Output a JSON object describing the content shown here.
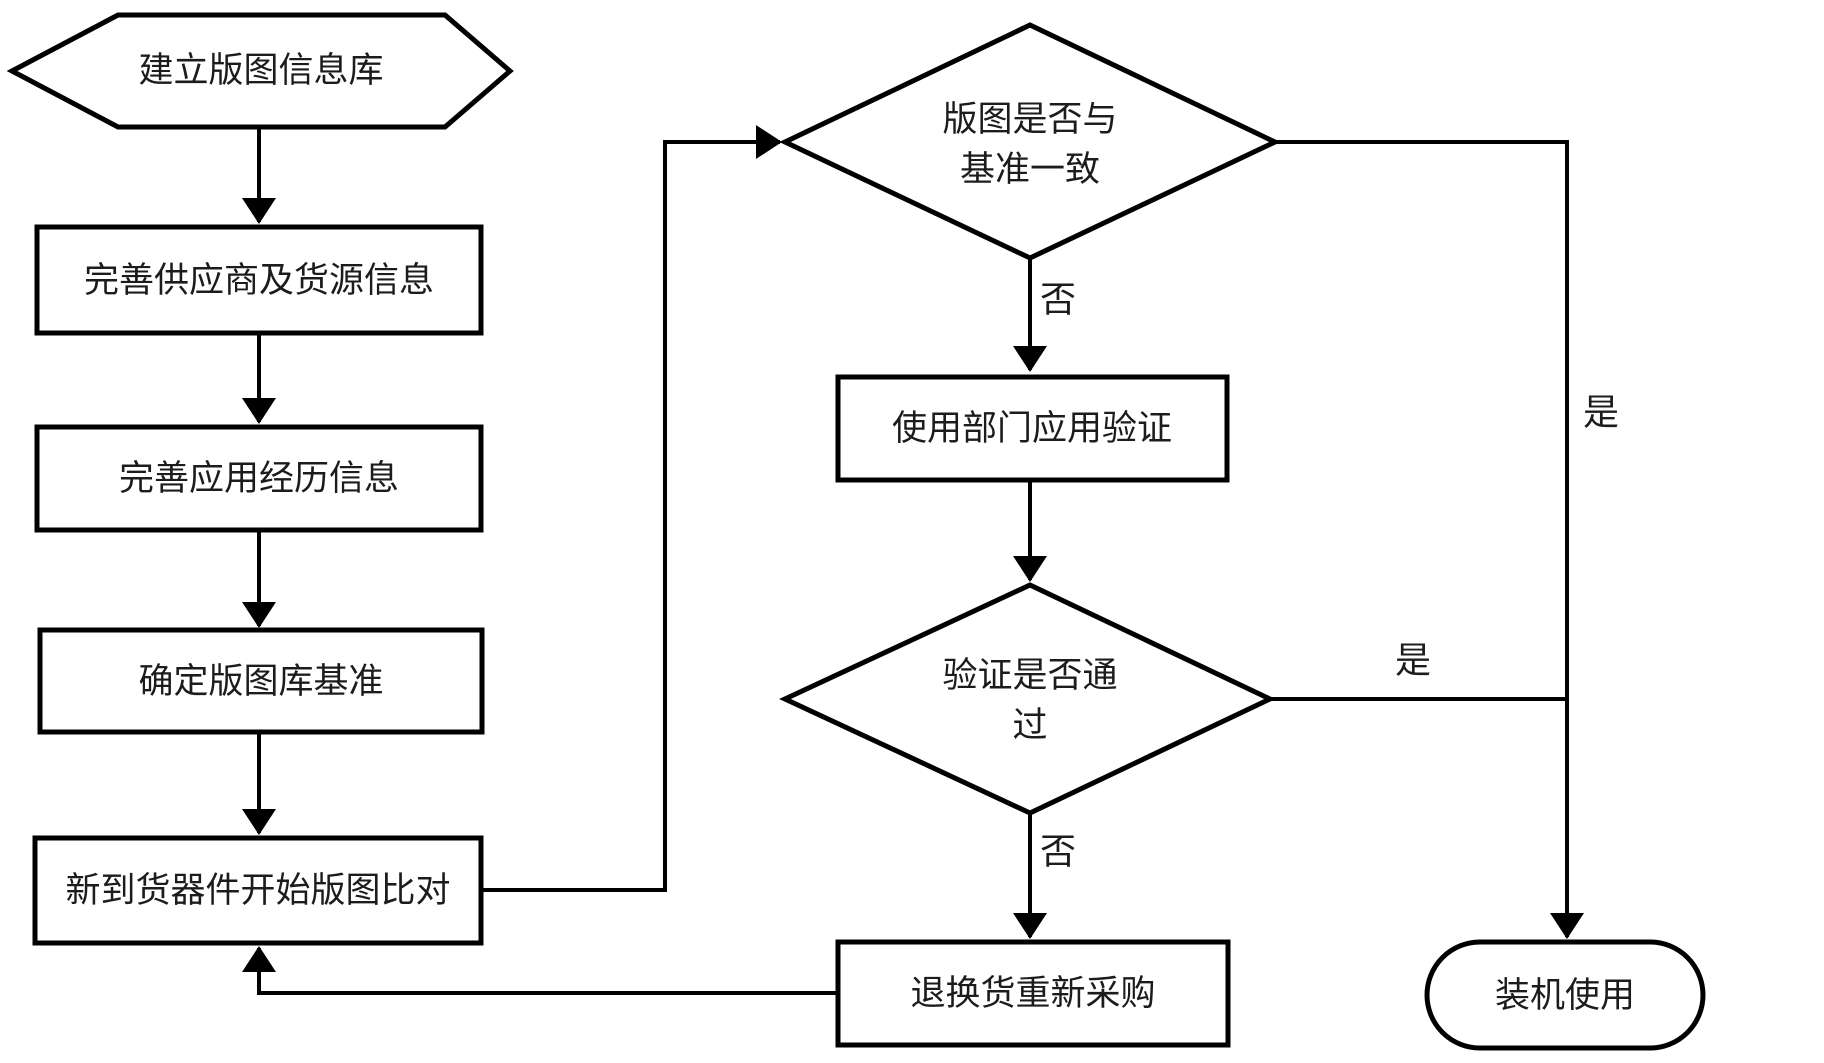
{
  "diagram": {
    "type": "flowchart",
    "colors": {
      "background": "#ffffff",
      "stroke": "#000000",
      "text": "#1c1c1c"
    },
    "nodes": {
      "start": {
        "shape": "hexagon",
        "label": "建立版图信息库"
      },
      "supplier": {
        "shape": "process",
        "label": "完善供应商及货源信息"
      },
      "history": {
        "shape": "process",
        "label": "完善应用经历信息"
      },
      "baseline": {
        "shape": "process",
        "label": "确定版图库基准"
      },
      "compare": {
        "shape": "process",
        "label": "新到货器件开始版图比对"
      },
      "match_decision": {
        "shape": "decision",
        "line1": "版图是否与",
        "line2": "基准一致"
      },
      "verify": {
        "shape": "process",
        "label": "使用部门应用验证"
      },
      "pass_decision": {
        "shape": "decision",
        "line1": "验证是否通",
        "line2": "过"
      },
      "repurchase": {
        "shape": "process",
        "label": "退换货重新采购"
      },
      "install": {
        "shape": "terminator",
        "label": "装机使用"
      }
    },
    "edge_labels": {
      "match_no": "否",
      "match_yes": "是",
      "pass_no": "否",
      "pass_yes": "是"
    }
  }
}
